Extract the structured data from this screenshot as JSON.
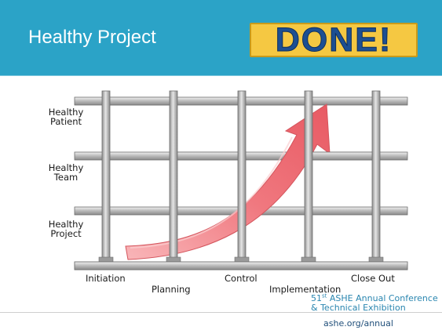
{
  "header": {
    "title": "Healthy Project",
    "badge_text": "DONE!",
    "background_color": "#2ba3c7",
    "badge_fill": "#f5c842",
    "badge_text_color": "#1d4f92"
  },
  "diagram": {
    "rows": [
      {
        "line1": "Healthy",
        "line2": "Patient"
      },
      {
        "line1": "Healthy",
        "line2": "Team"
      },
      {
        "line1": "Healthy",
        "line2": "Project"
      }
    ],
    "phases": [
      "Initiation",
      "Planning",
      "Control",
      "Implementation",
      "Close Out"
    ],
    "arrow_color": "#f0787f"
  },
  "footer": {
    "conference_number": "51",
    "conference_suffix": "st",
    "conference_line1_rest": "ASHE Annual Conference",
    "conference_line2": "& Technical Exhibition",
    "url": "ashe.org/annual"
  }
}
